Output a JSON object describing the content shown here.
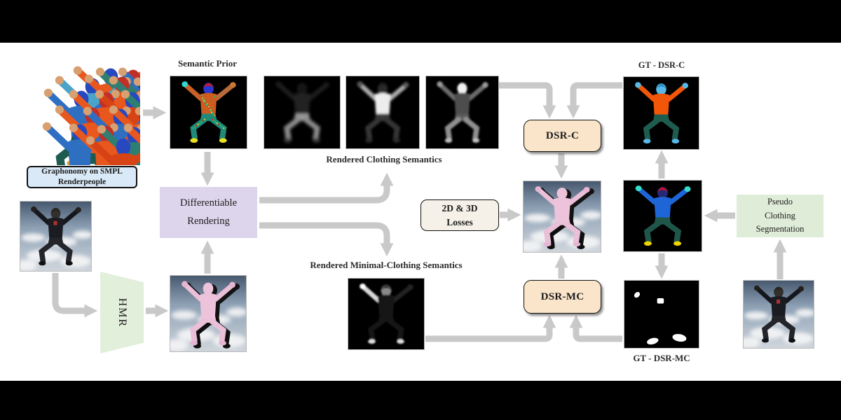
{
  "labels": {
    "semantic_prior": "Semantic Prior",
    "rendered_clothing": "Rendered Clothing Semantics",
    "rendered_minimal": "Rendered Minimal-Clothing Semantics",
    "gt_dsr_c": "GT - DSR-C",
    "gt_dsr_mc": "GT - DSR-MC"
  },
  "boxes": {
    "graphonomy": {
      "line1": "Graphonomy on SMPL",
      "line2": "Renderpeople"
    },
    "differentiable_rendering": {
      "line1": "Differentiable",
      "line2": "Rendering"
    },
    "hmr": "HMR",
    "losses": {
      "line1": "2D & 3D",
      "line2": "Losses"
    },
    "dsr_c": "DSR-C",
    "dsr_mc": "DSR-MC",
    "pseudo": {
      "line1": "Pseudo",
      "line2": "Clothing",
      "line3": "Segmentation"
    }
  },
  "colors": {
    "page_bg": "#000000",
    "canvas_bg": "#ffffff",
    "arrow": "#c9c9c9",
    "label_text": "#2b2b2b",
    "graphonomy_bg": "#d9e9f7",
    "differentiable_rendering_bg": "#ddd5ec",
    "hmr_bg": "#e2efda",
    "losses_bg": "#f5f1e8",
    "dsr_bg": "#fae5cb",
    "pseudo_bg": "#dfecd8"
  },
  "figures": {
    "prior": {
      "hair": "#c81820",
      "head": "#2838d0",
      "shirt": "#cc5c20",
      "armL": "#c86028",
      "armR": "#b86a3a",
      "handL": "#30d8d0",
      "handR": "#c87830",
      "pants": "#1f8a78",
      "legs": "#1f8a78",
      "feet": "#e8e020"
    },
    "gt_dsr_c": {
      "hair": "#2c90c8",
      "head": "#58b8e8",
      "shirt": "#f25608",
      "armL": "#f25608",
      "armR": "#f25608",
      "handL": "#58b8e8",
      "handR": "#58b8e8",
      "pants": "#1f5c50",
      "legs": "#1f5c50",
      "feet": "#58b8e8"
    },
    "seg": {
      "hair": "#c8102a",
      "head": "#282878",
      "shirt": "#1e66d8",
      "armL": "#1e66d8",
      "armR": "#1e66d8",
      "handL": "#35dcc8",
      "handR": "#35dcc8",
      "pants": "#20564a",
      "legs": "#20564a",
      "feet": "#f0d400"
    },
    "photo_person": {
      "hair": "#2a2420",
      "head": "#32302c",
      "shirt": "#1a1c22",
      "armL": "#15171c",
      "armR": "#15171c",
      "handL": "#221f1c",
      "handR": "#221f1c",
      "pants": "#23252b",
      "legs": "#23252b",
      "feet": "#101114"
    },
    "pink_body": {
      "hair": "#edc3db",
      "head": "#edc3db",
      "shirt": "#edc3db",
      "armL": "#eabfd8",
      "armR": "#eabfd8",
      "handL": "#e6b5d2",
      "handR": "#e6b5d2",
      "pants": "#edc3db",
      "legs": "#eabfd8",
      "feet": "#e6b5d2"
    },
    "silhouette": {
      "hair": "#121212",
      "head": "#121212",
      "shirt": "#121212",
      "armL": "#121212",
      "armR": "#121212",
      "handL": "#121212",
      "handR": "#121212",
      "pants": "#0e0e0e",
      "legs": "#0e0e0e",
      "feet": "#0e0e0e"
    },
    "gray_legs": {
      "hair": "#141414",
      "head": "#181818",
      "shirt": "#232323",
      "armL": "#1c1c1c",
      "armR": "#1c1c1c",
      "handL": "#1c1c1c",
      "handR": "#1c1c1c",
      "pants": "#9a9a9a",
      "legs": "#8a8a8a",
      "feet": "#3a3a3a"
    },
    "gray_torso": {
      "hair": "#242424",
      "head": "#2c2c2c",
      "shirt": "#ededed",
      "armL": "#a8a8a8",
      "armR": "#a8a8a8",
      "handL": "#5a5a5a",
      "handR": "#5a5a5a",
      "pants": "#3a3a3a",
      "legs": "#343434",
      "feet": "#2a2a2a"
    },
    "gray_body": {
      "hair": "#f2f2f2",
      "head": "#f2f2f2",
      "shirt": "#4e4e4e",
      "armL": "#6a6a6a",
      "armR": "#6a6a6a",
      "handL": "#9a9a9a",
      "handR": "#9a9a9a",
      "pants": "#5a5a5a",
      "legs": "#8f8f8f",
      "feet": "#c0c0c0"
    },
    "minimal": {
      "hair": "#1a1a1a",
      "head": "#8a8a8a",
      "shirt": "#161616",
      "armL": "#d8d8d8",
      "armR": "#202020",
      "handL": "#ffffff",
      "handR": "#222222",
      "pants": "#131313",
      "legs": "#161616",
      "feet": "#e0e0e0"
    },
    "crowd_shirts": [
      "#e8571d",
      "#2e7f72",
      "#2f6fc2",
      "#223f6e",
      "#4aa3c8",
      "#d84315",
      "#3c9e4d",
      "#79553a"
    ],
    "crowd_pants": [
      "#1f5c50",
      "#223f6e",
      "#4a6b2f",
      "#8bc34a",
      "#16324f",
      "#2e7f72"
    ],
    "crowd_heads": [
      "#2848c0",
      "#c03028",
      "#208080"
    ],
    "speckles": [
      "#1fb8a0",
      "#e0d020",
      "#d03020",
      "#30c050"
    ]
  }
}
